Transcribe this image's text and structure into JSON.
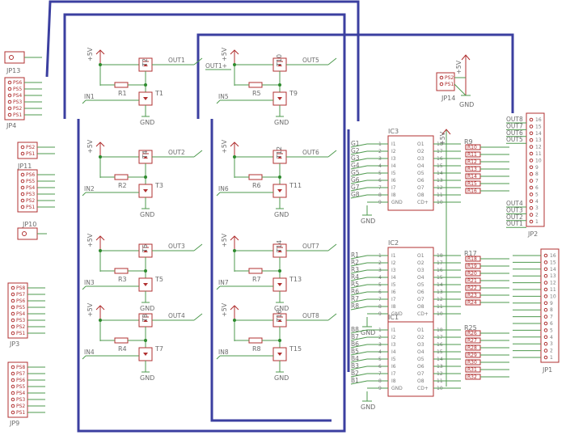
{
  "colors": {
    "wire": "#4e9a4e",
    "bus": "#3b3fa0",
    "part": "#b03030",
    "text": "#6b6b6b",
    "junction": "#2e8b2e"
  },
  "supply": {
    "vcc": "+5V",
    "gnd": "GND"
  },
  "driver_stage": {
    "left": [
      {
        "q_top": "T2",
        "q_bot": "T1",
        "r": "R1",
        "in": "IN1",
        "out": "OUT1"
      },
      {
        "q_top": "T4",
        "q_bot": "T3",
        "r": "R2",
        "in": "IN2",
        "out": "OUT2"
      },
      {
        "q_top": "T6",
        "q_bot": "T5",
        "r": "R3",
        "in": "IN3",
        "out": "OUT3"
      },
      {
        "q_top": "T8",
        "q_bot": "T7",
        "r": "R4",
        "in": "IN4",
        "out": "OUT4"
      }
    ],
    "right": [
      {
        "q_top": "T10",
        "q_bot": "T9",
        "r": "R5",
        "in": "IN5",
        "out": "OUT5",
        "in_left": "OUT1+"
      },
      {
        "q_top": "T12",
        "q_bot": "T11",
        "r": "R6",
        "in": "IN6",
        "out": "OUT6"
      },
      {
        "q_top": "T14",
        "q_bot": "T13",
        "r": "R7",
        "in": "IN7",
        "out": "OUT7"
      },
      {
        "q_top": "T16",
        "q_bot": "T15",
        "r": "R8",
        "in": "IN8",
        "out": "OUT8"
      }
    ]
  },
  "left_connectors": {
    "jp13": {
      "name": "JP13"
    },
    "jp4": {
      "name": "JP4",
      "pins": [
        "PS6",
        "PS5",
        "PS4",
        "PS3",
        "PS2",
        "PS1"
      ]
    },
    "jp11": {
      "name": "JP11",
      "pins": [
        "PS2",
        "PS1"
      ]
    },
    "jp5": {
      "pins": [
        "PS6",
        "PS5",
        "PS4",
        "PS3",
        "PS2",
        "PS1"
      ]
    },
    "jp10": {
      "name": "JP10"
    },
    "jp3": {
      "name": "JP3",
      "pins": [
        "PS8",
        "PS7",
        "PS6",
        "PS5",
        "PS4",
        "PS3",
        "PS2",
        "PS1"
      ]
    },
    "jp9": {
      "name": "JP9",
      "pins": [
        "PS8",
        "PS7",
        "PS6",
        "PS5",
        "PS4",
        "PS3",
        "PS2",
        "PS1"
      ]
    }
  },
  "ics": [
    {
      "name": "IC3",
      "in_nets": [
        "G1",
        "G2",
        "G3",
        "G4",
        "G5",
        "G6",
        "G7",
        "G8"
      ],
      "r_first": "R9",
      "r_names": [
        "R10",
        "R11",
        "R12",
        "R13",
        "R14",
        "R15",
        "R16"
      ]
    },
    {
      "name": "IC2",
      "in_nets": [
        "R1",
        "R2",
        "R3",
        "R4",
        "R5",
        "R6",
        "R7",
        "R8"
      ],
      "r_first": "R17",
      "r_names": [
        "R18",
        "R19",
        "R20",
        "R21",
        "R22",
        "R23",
        "R24"
      ]
    },
    {
      "name": "IC1",
      "in_nets": [
        "B8",
        "B7",
        "B6",
        "B5",
        "B4",
        "B3",
        "B2",
        "B1"
      ],
      "r_first": "R25",
      "r_names": [
        "R26",
        "R27",
        "R28",
        "R29",
        "R30",
        "R31",
        "R32"
      ]
    }
  ],
  "ic_pins": {
    "left_nums": [
      "1",
      "2",
      "3",
      "4",
      "5",
      "6",
      "7",
      "8",
      "9"
    ],
    "left_names": [
      "I1",
      "I2",
      "I3",
      "I4",
      "I5",
      "I6",
      "I7",
      "I8",
      "GND"
    ],
    "right_nums": [
      "18",
      "17",
      "16",
      "15",
      "14",
      "13",
      "12",
      "11",
      "10"
    ],
    "right_names": [
      "O1",
      "O2",
      "O3",
      "O4",
      "O5",
      "O6",
      "O7",
      "O8",
      "CD+"
    ]
  },
  "jp14": {
    "name": "JP14",
    "pins": [
      "PS2",
      "PS1"
    ]
  },
  "jp2": {
    "name": "JP2",
    "pins": [
      "16",
      "15",
      "14",
      "13",
      "12",
      "11",
      "10",
      "9",
      "8",
      "7",
      "6",
      "5",
      "4",
      "3",
      "2",
      "1"
    ],
    "nets_top": [
      "OUT8",
      "OUT7",
      "OUT6",
      "OUT5"
    ],
    "nets_bottom": [
      "OUT4",
      "OUT3",
      "OUT2",
      "OUT1"
    ]
  },
  "jp1": {
    "name": "JP1",
    "pins": [
      "16",
      "15",
      "14",
      "13",
      "12",
      "11",
      "10",
      "9",
      "8",
      "7",
      "6",
      "5",
      "4",
      "3",
      "2",
      "1"
    ]
  }
}
